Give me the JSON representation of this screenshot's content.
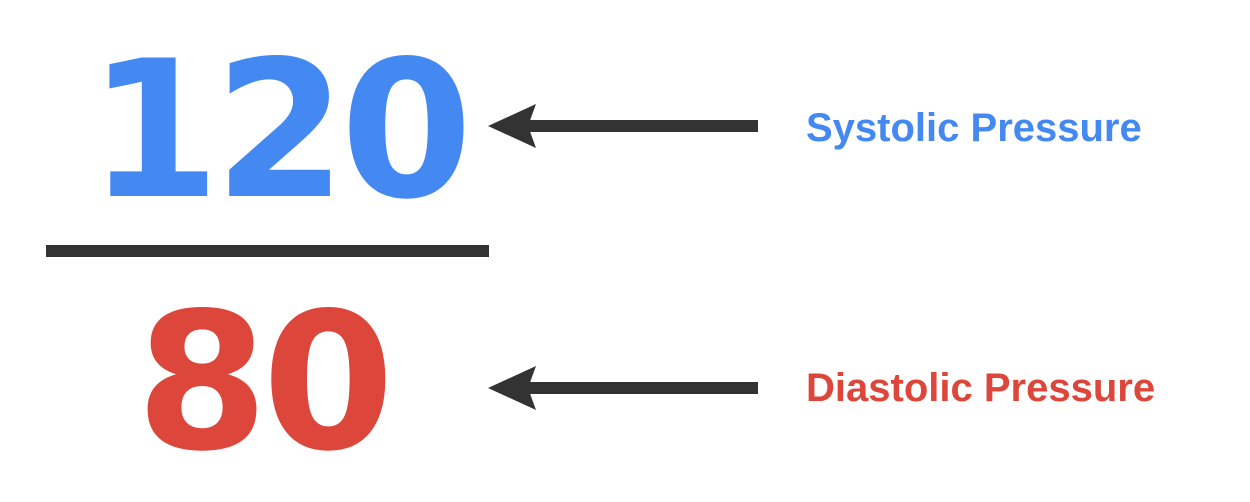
{
  "colors": {
    "systolic": "#4488f2",
    "diastolic": "#dd463a",
    "arrow": "#333333",
    "divider": "#333333"
  },
  "reading": {
    "systolic": {
      "value": "120",
      "label": "Systolic Pressure"
    },
    "diastolic": {
      "value": "80",
      "label": "Diastolic Pressure"
    }
  },
  "icons": {
    "top_arrow": "arrow-left-icon",
    "bottom_arrow": "arrow-left-icon"
  }
}
